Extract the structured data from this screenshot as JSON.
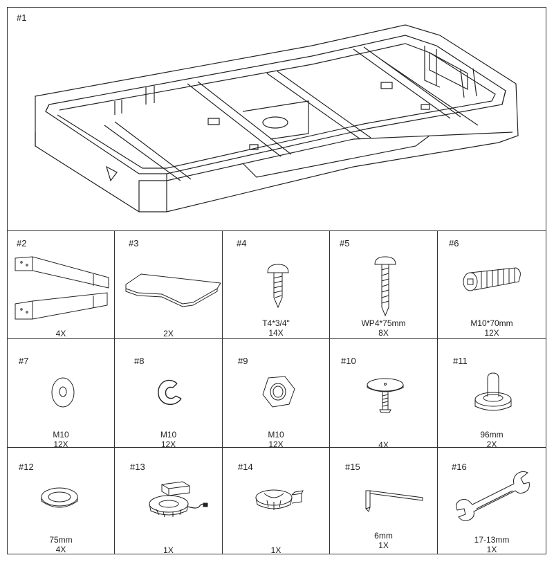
{
  "main": {
    "label": "#1"
  },
  "parts": [
    {
      "id": "#2",
      "caption": [
        "4X"
      ],
      "icon": "leg-brackets-icon"
    },
    {
      "id": "#3",
      "caption": [
        "2X"
      ],
      "icon": "cross-board-icon"
    },
    {
      "id": "#4",
      "caption": [
        "T4*3/4\"",
        "14X"
      ],
      "icon": "round-head-screw-icon"
    },
    {
      "id": "#5",
      "caption": [
        "WP4*75mm",
        "8X"
      ],
      "icon": "long-screw-icon"
    },
    {
      "id": "#6",
      "caption": [
        "M10*70mm",
        "12X"
      ],
      "icon": "bolt-icon"
    },
    {
      "id": "#7",
      "caption": [
        "M10",
        "12X"
      ],
      "icon": "flat-washer-icon"
    },
    {
      "id": "#8",
      "caption": [
        "M10",
        "12X"
      ],
      "icon": "spring-washer-icon"
    },
    {
      "id": "#9",
      "caption": [
        "M10",
        "12X"
      ],
      "icon": "hex-nut-icon"
    },
    {
      "id": "#10",
      "caption": [
        "4X"
      ],
      "icon": "leveling-foot-icon"
    },
    {
      "id": "#11",
      "caption": [
        "96mm",
        "2X"
      ],
      "icon": "striker-icon"
    },
    {
      "id": "#12",
      "caption": [
        "75mm",
        "4X"
      ],
      "icon": "puck-icon"
    },
    {
      "id": "#13",
      "caption": [
        "1X"
      ],
      "icon": "blower-fan-icon"
    },
    {
      "id": "#14",
      "caption": [
        "1X"
      ],
      "icon": "fan-housing-icon"
    },
    {
      "id": "#15",
      "caption": [
        "6mm",
        "1X"
      ],
      "icon": "allen-key-icon"
    },
    {
      "id": "#16",
      "caption": [
        "17-13mm",
        "1X"
      ],
      "icon": "wrench-icon"
    }
  ]
}
